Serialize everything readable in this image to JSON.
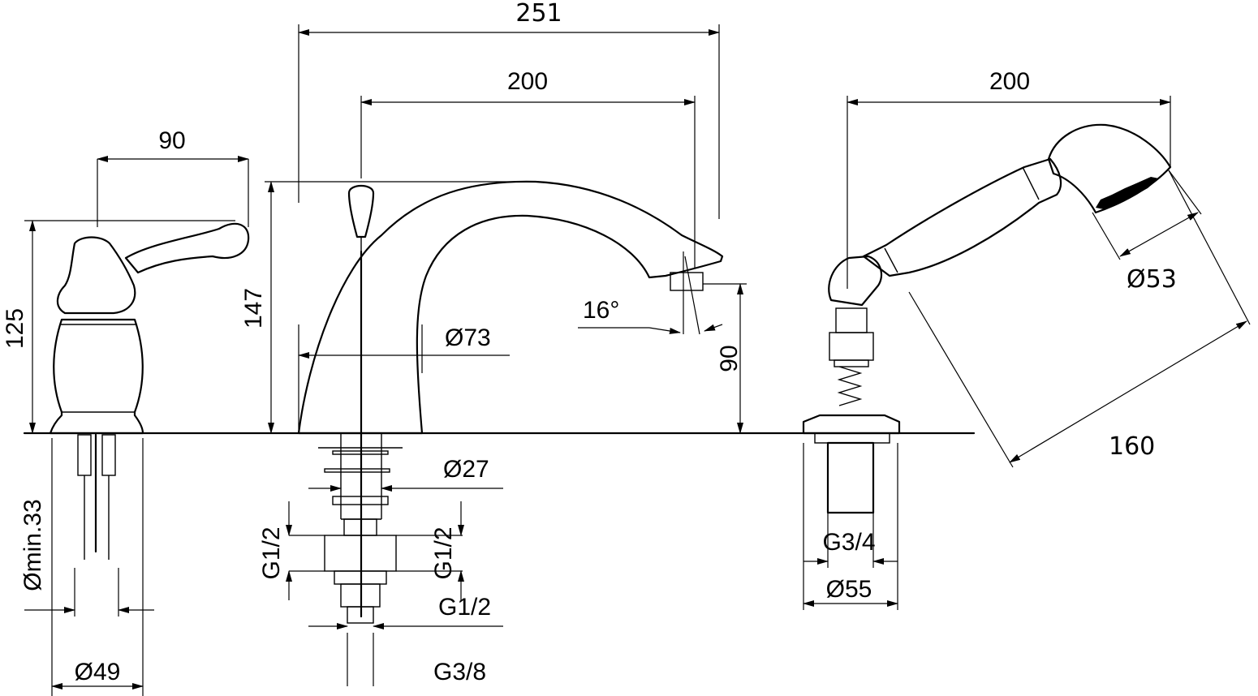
{
  "labels": {
    "d251": "251",
    "d200_spout": "200",
    "d200_hose": "200",
    "d90_lever": "90",
    "d125": "125",
    "d147": "147",
    "d16deg": "16°",
    "d73": "Ø73",
    "d90_height": "90",
    "d53": "Ø53",
    "d160": "160",
    "d27": "Ø27",
    "g12_left": "G1/2",
    "g12_right": "G1/2",
    "g12_bottom": "G1/2",
    "g38": "G3/8",
    "g34": "G3/4",
    "d55": "Ø55",
    "dmin33": "Ømin.33",
    "d49": "Ø49"
  },
  "colors": {
    "line": "#000000",
    "background": "#ffffff"
  }
}
